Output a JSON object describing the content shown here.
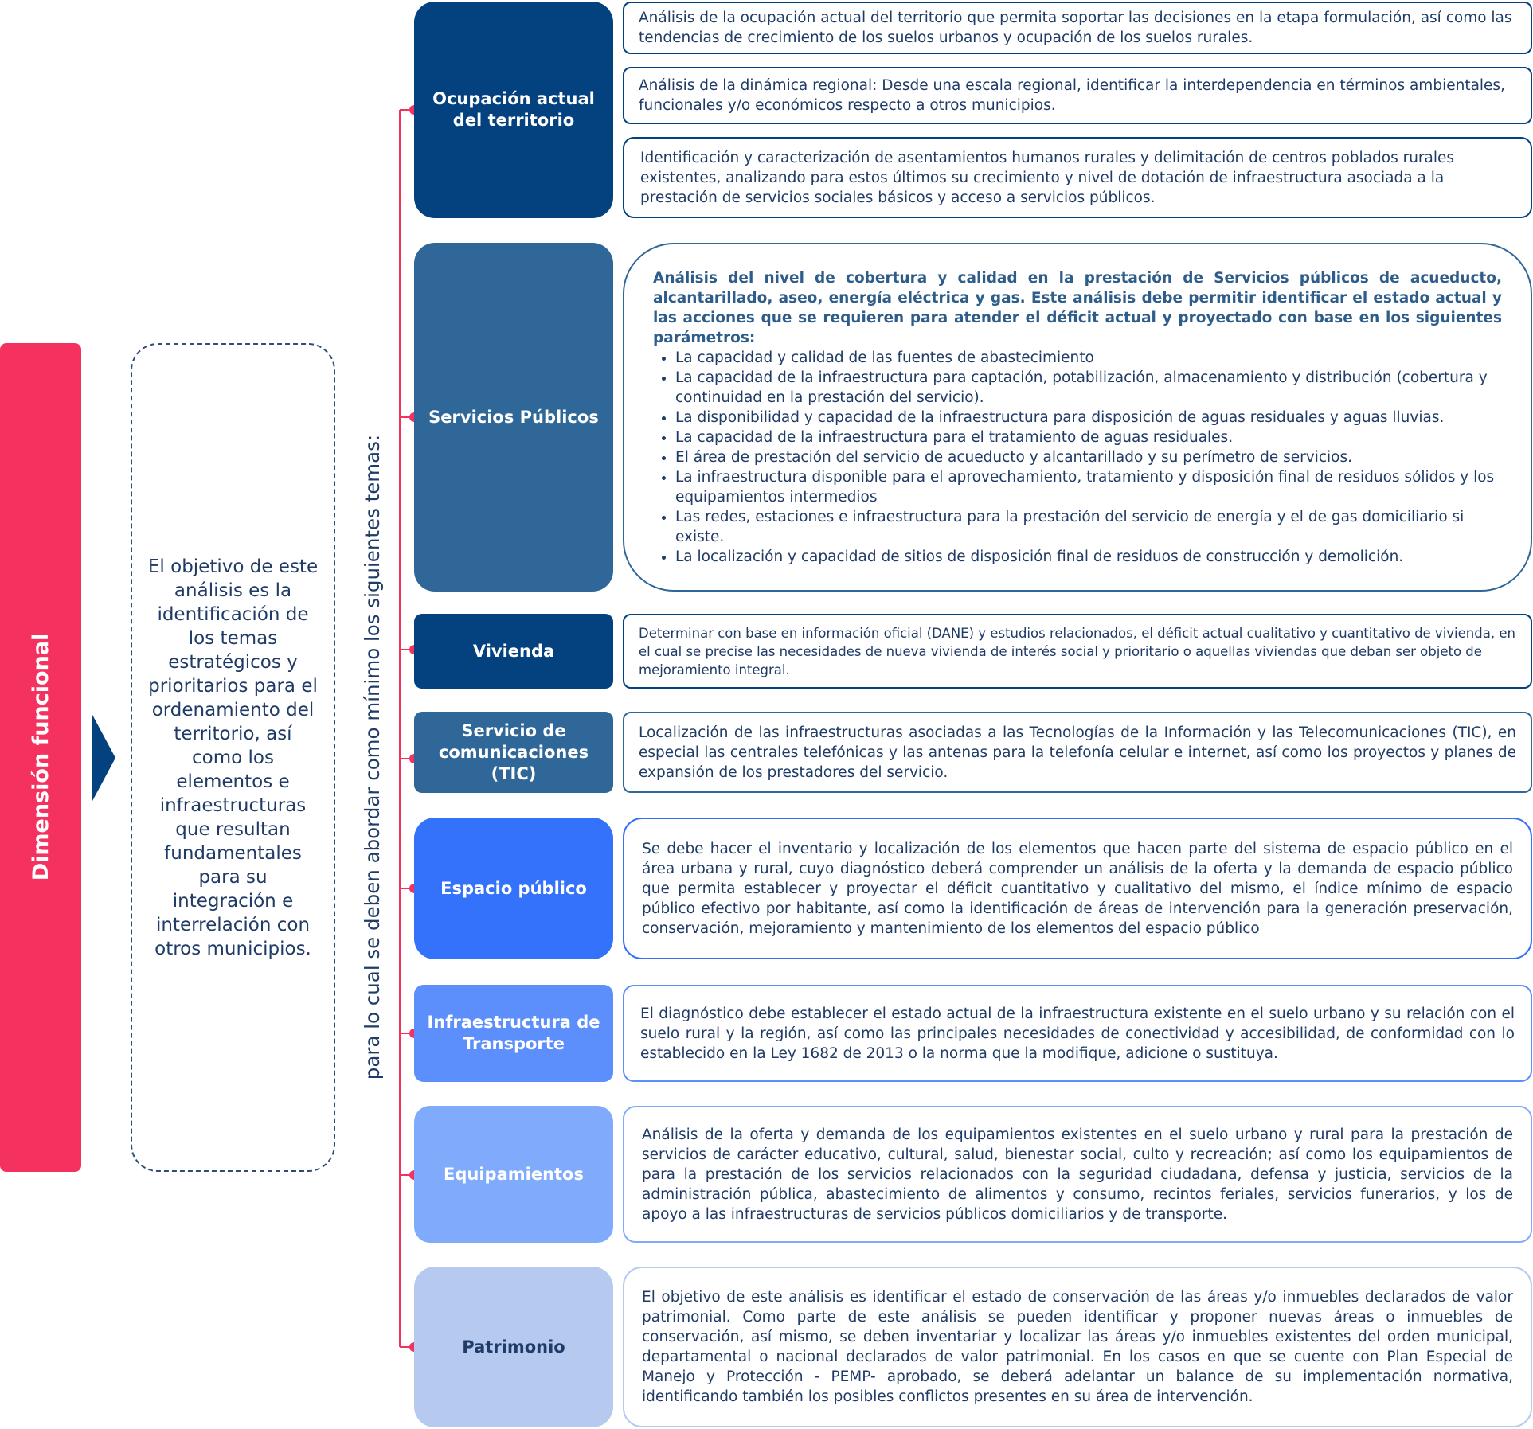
{
  "dimension_label": "Dimensión funcional",
  "objective_text": "El objetivo de este análisis es la identificación de los temas estratégicos y prioritarios para el ordenamiento del territorio, así como los elementos e infraestructuras que resultan fundamentales para su integración e interrelación con otros municipios.",
  "connector_text": "para lo cual se deben abordar como mínimo los siguientes temas:",
  "colors": {
    "pink": "#f5325f",
    "navy": "#03427f",
    "steel": "#2f6799",
    "bright_blue": "#3572fb",
    "medium_blue": "#5c8efc",
    "light_blue": "#80abfc",
    "pale_blue": "#b6caf0",
    "text_dark": "#1f3b66"
  },
  "topics": {
    "ocupacion": {
      "label": "Ocupación actual del territorio",
      "items": [
        "Análisis de la ocupación actual del territorio que permita soportar las decisiones en la etapa formulación, así como las tendencias de crecimiento de los suelos urbanos y ocupación de los suelos rurales.",
        "Análisis de la dinámica regional: Desde una escala regional, identificar la interdependencia en términos ambientales, funcionales y/o económicos respecto a otros municipios.",
        "Identificación y caracterización de asentamientos humanos rurales y delimitación de centros poblados rurales existentes, analizando para estos últimos su crecimiento y nivel de dotación de infraestructura asociada a la prestación de servicios sociales básicos y acceso a servicios públicos."
      ]
    },
    "servicios": {
      "label": "Servicios Públicos",
      "intro": "Análisis del nivel de cobertura y calidad en la prestación de Servicios públicos de acueducto, alcantarillado, aseo, energía eléctrica y gas. Este análisis debe permitir identificar el estado actual y las acciones que se requieren para atender el déficit actual y proyectado con base en los siguientes parámetros:",
      "bullets": [
        "La capacidad y calidad de las fuentes de abastecimiento",
        "La capacidad de la infraestructura para captación, potabilización, almacenamiento y distribución (cobertura y continuidad en la prestación del servicio).",
        "La disponibilidad y capacidad de la infraestructura para disposición de aguas residuales y aguas lluvias.",
        "La capacidad de la infraestructura para el tratamiento de aguas residuales.",
        "El área de prestación del servicio de acueducto y alcantarillado y su perímetro de servicios.",
        "La infraestructura disponible para el aprovechamiento, tratamiento y disposición final de residuos sólidos y los equipamientos intermedios",
        "Las redes, estaciones e infraestructura para la prestación del servicio de energía y el de gas domiciliario si existe.",
        "La localización y capacidad de sitios de disposición final de residuos de construcción y demolición."
      ]
    },
    "vivienda": {
      "label": "Vivienda",
      "text": "Determinar con base en información oficial (DANE) y estudios relacionados, el déficit actual cualitativo y cuantitativo de vivienda, en el cual se precise las necesidades de nueva vivienda de interés social y prioritario o aquellas viviendas que deban ser objeto de mejoramiento integral."
    },
    "tic": {
      "label": "Servicio de comunicaciones (TIC)",
      "text": "Localización de las infraestructuras asociadas a las Tecnologías de la Información y las Telecomunicaciones (TIC), en especial las centrales telefónicas y las antenas para la telefonía celular e internet, así como los proyectos y planes de expansión de los prestadores del servicio."
    },
    "espacio": {
      "label": "Espacio público",
      "text": "Se debe hacer el inventario y localización de los elementos que hacen parte del sistema de espacio público en el área urbana y rural, cuyo diagnóstico deberá comprender un análisis de la oferta y la demanda de espacio público que permita establecer y proyectar el déficit cuantitativo y cualitativo del mismo, el índice mínimo de espacio público efectivo por habitante, así como la identificación de áreas de intervención para la generación preservación, conservación, mejoramiento y mantenimiento de los elementos del espacio público"
    },
    "transporte": {
      "label": "Infraestructura de Transporte",
      "text": "El diagnóstico debe establecer el estado actual de la infraestructura existente en el suelo urbano y su relación con el suelo rural y la región, así como las principales necesidades de conectividad y accesibilidad, de conformidad con lo establecido en la Ley 1682 de 2013 o la norma que la modifique, adicione o sustituya."
    },
    "equipamientos": {
      "label": "Equipamientos",
      "text": "Análisis de la oferta y demanda de los equipamientos existentes en el suelo urbano y rural para la prestación de servicios de carácter educativo, cultural, salud, bienestar social, culto y recreación; así como los equipamientos de para la prestación de los servicios relacionados con la seguridad ciudadana, defensa y justicia, servicios de la administración pública, abastecimiento de alimentos y consumo, recintos feriales, servicios funerarios, y los de apoyo a las infraestructuras de servicios públicos domiciliarios y de transporte."
    },
    "patrimonio": {
      "label": "Patrimonio",
      "text": "El objetivo de este análisis es identificar el estado de conservación de las áreas y/o inmuebles declarados de valor patrimonial. Como parte de este análisis se pueden identificar y proponer nuevas áreas o inmuebles de conservación, así mismo, se deben inventariar y localizar las áreas y/o inmuebles existentes del orden municipal, departamental o nacional declarados de valor patrimonial. En los casos en que se cuente con Plan Especial de Manejo y Protección - PEMP- aprobado, se deberá adelantar un balance de su implementación normativa, identificando también los posibles conflictos presentes en su área de intervención."
    }
  }
}
